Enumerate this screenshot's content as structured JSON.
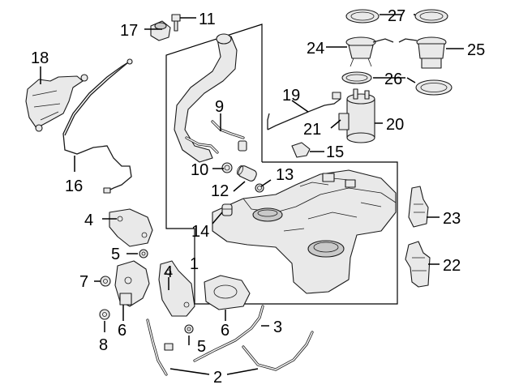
{
  "diagram": {
    "callouts": [
      {
        "id": "1",
        "text": "1"
      },
      {
        "id": "2",
        "text": "2"
      },
      {
        "id": "3",
        "text": "3"
      },
      {
        "id": "4a",
        "text": "4"
      },
      {
        "id": "4b",
        "text": "4"
      },
      {
        "id": "5a",
        "text": "5"
      },
      {
        "id": "5b",
        "text": "5"
      },
      {
        "id": "6a",
        "text": "6"
      },
      {
        "id": "6b",
        "text": "6"
      },
      {
        "id": "7",
        "text": "7"
      },
      {
        "id": "8",
        "text": "8"
      },
      {
        "id": "9",
        "text": "9"
      },
      {
        "id": "10",
        "text": "10"
      },
      {
        "id": "11",
        "text": "11"
      },
      {
        "id": "12",
        "text": "12"
      },
      {
        "id": "13",
        "text": "13"
      },
      {
        "id": "14",
        "text": "14"
      },
      {
        "id": "15",
        "text": "15"
      },
      {
        "id": "16",
        "text": "16"
      },
      {
        "id": "17",
        "text": "17"
      },
      {
        "id": "18",
        "text": "18"
      },
      {
        "id": "19",
        "text": "19"
      },
      {
        "id": "20",
        "text": "20"
      },
      {
        "id": "21",
        "text": "21"
      },
      {
        "id": "22",
        "text": "22"
      },
      {
        "id": "23",
        "text": "23"
      },
      {
        "id": "24",
        "text": "24"
      },
      {
        "id": "25",
        "text": "25"
      },
      {
        "id": "26",
        "text": "26"
      },
      {
        "id": "27",
        "text": "27"
      }
    ]
  }
}
